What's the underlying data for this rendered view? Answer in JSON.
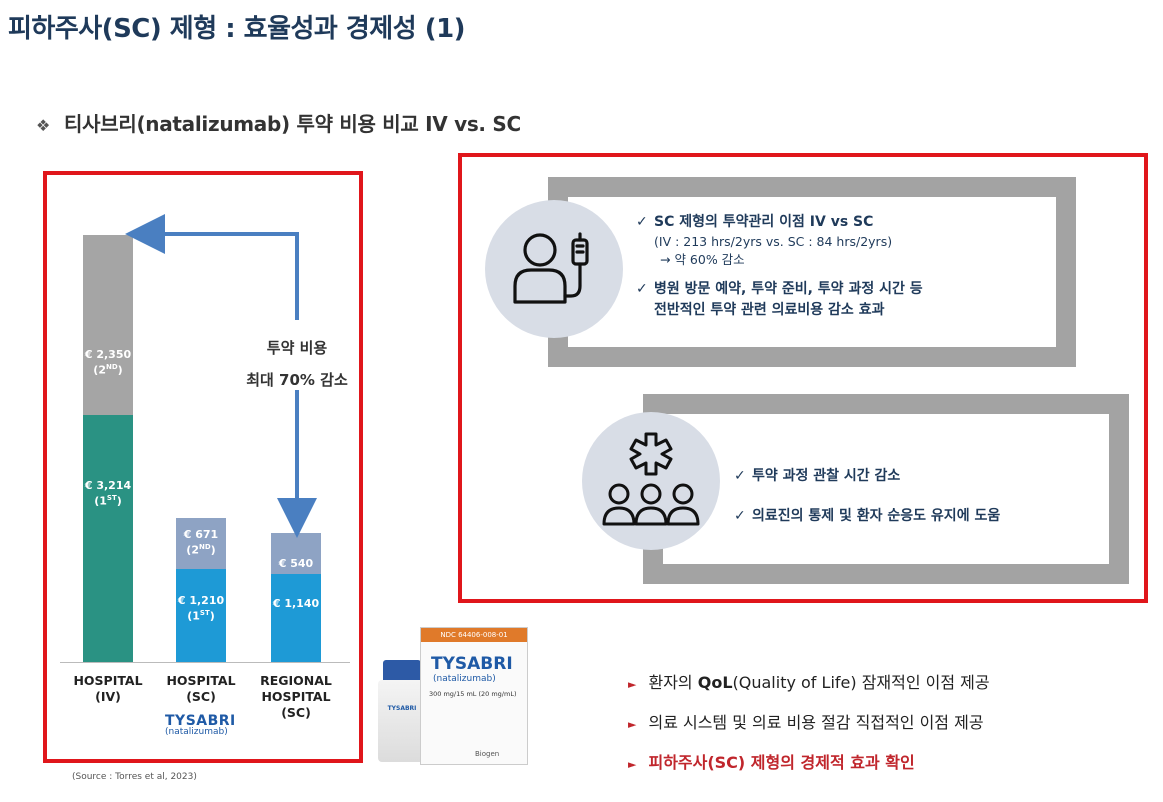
{
  "title": "피하주사(SC) 제형 : 효율성과 경제성 (1)",
  "subtitle": {
    "bullet": "❖",
    "text": "티사브리(natalizumab) 투약 비용 비교 IV vs. SC"
  },
  "chart_data": {
    "type": "bar",
    "stacked": true,
    "categories": [
      "HOSPITAL\n(IV)",
      "HOSPITAL\n(SC)",
      "REGIONAL\nHOSPITAL\n(SC)"
    ],
    "series": [
      {
        "values": [
          3214,
          1210,
          1140
        ],
        "labels": [
          "€ 3,214",
          "€ 1,210",
          "€ 1,140"
        ],
        "ordinal": [
          "1ST",
          "1ST",
          ""
        ],
        "color": "#2a9283"
      },
      {
        "values": [
          2350,
          671,
          540
        ],
        "labels": [
          "€ 2,350",
          "€ 671",
          "€ 540"
        ],
        "ordinal": [
          "2ND",
          "2ND",
          ""
        ],
        "color": "#a5a5a5"
      }
    ],
    "series_colors_by_category": [
      [
        "#2a9283",
        "#a5a5a5"
      ],
      [
        "#1e9ad6",
        "#8ea3c4"
      ],
      [
        "#1e9ad6",
        "#8ea3c4"
      ]
    ],
    "annotation": [
      "투약 비용",
      "최대 70% 감소"
    ],
    "ylim": [
      0,
      5600
    ],
    "grid": false
  },
  "chart_text": {
    "cat1": [
      "HOSPITAL",
      "(IV)"
    ],
    "cat2": [
      "HOSPITAL",
      "(SC)"
    ],
    "cat3": [
      "REGIONAL",
      "HOSPITAL",
      "(SC)"
    ],
    "bar1_top": "€ 2,350",
    "bar1_top_ord": "(2",
    "bar1_top_sup": "ND",
    "bar1_bottom": "€ 3,214",
    "bar1_bottom_ord": "(1",
    "bar1_bottom_sup": "ST",
    "bar2_top": "€ 671",
    "bar2_top_ord": "(2",
    "bar2_top_sup": "ND",
    "bar2_bottom": "€ 1,210",
    "bar2_bottom_ord": "(1",
    "bar2_bottom_sup": "ST",
    "bar3_top": "€ 540",
    "bar3_bottom": "€ 1,140",
    "close_paren": ")",
    "arrow_line1": "투약 비용",
    "arrow_line2": "최대 70% 감소"
  },
  "small_logo": {
    "brand": "TYSABRI",
    "generic": "(natalizumab)"
  },
  "source": "(Source : Torres et al, 2023)",
  "panel1": {
    "check": "✓",
    "line1": "SC 제형의 투약관리 이점 IV vs SC",
    "line2": "(IV : 213 hrs/2yrs vs. SC : 84 hrs/2yrs)",
    "line3": "→ 약 60% 감소",
    "line4": "병원 방문 예약, 투약 준비, 투약 과정 시간 등",
    "line5": "전반적인 투약 관련 의료비용 감소 효과"
  },
  "panel2": {
    "check": "✓",
    "line1": "투약 과정 관찰 시간 감소",
    "line2": "의료진의 통제 및 환자 순응도 유지에 도움"
  },
  "product": {
    "ndc": "NDC 64406-008-01",
    "brand": "TYSABRI",
    "generic": "(natalizumab)",
    "dose": "300 mg/15 mL (20 mg/mL)",
    "maker": "Biogen",
    "vial_brand": "TYSABRI"
  },
  "bottom": {
    "marker": "►",
    "item1_pre": "환자의 ",
    "item1_bold": "QoL",
    "item1_post": "(Quality of Life) 잠재적인 이점 제공",
    "item2": "의료 시스템 및 의료 비용 절감 직접적인 이점 제공",
    "item3": "피하주사(SC) 제형의 경제적 효과 확인"
  },
  "colors": {
    "accent_red": "#e0161b",
    "navy": "#1f3a5a",
    "arrow_blue": "#4a7fc1",
    "frame_gray": "#a3a3a3"
  }
}
